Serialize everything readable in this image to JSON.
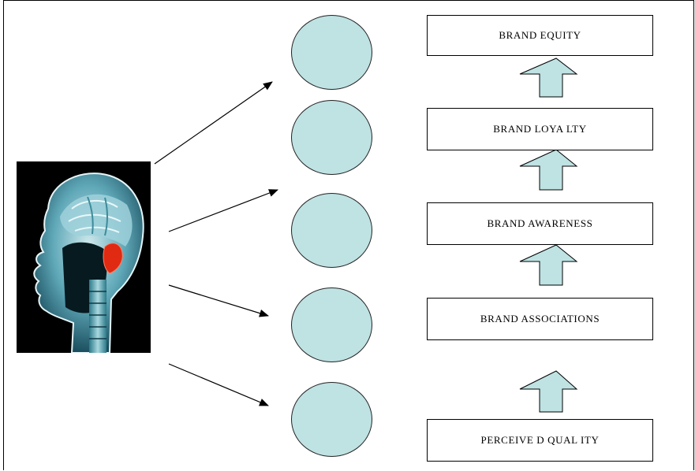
{
  "colors": {
    "circle_fill": "#bfe2e3",
    "arrow_fill": "#bfe2e3",
    "background": "#ffffff",
    "head_background": "#000000",
    "highlight": "#e02a12"
  },
  "head_image": {
    "icon": "brain-scan-mri-icon"
  },
  "levels": [
    {
      "label": "BRAND EQUITY"
    },
    {
      "label": "BRAND LOYA  LTY"
    },
    {
      "label": "BRAND  AWARENESS"
    },
    {
      "label": "BRAND  ASSOCIATIONS"
    },
    {
      "label": "PERCEIVE D QUAL ITY"
    }
  ]
}
